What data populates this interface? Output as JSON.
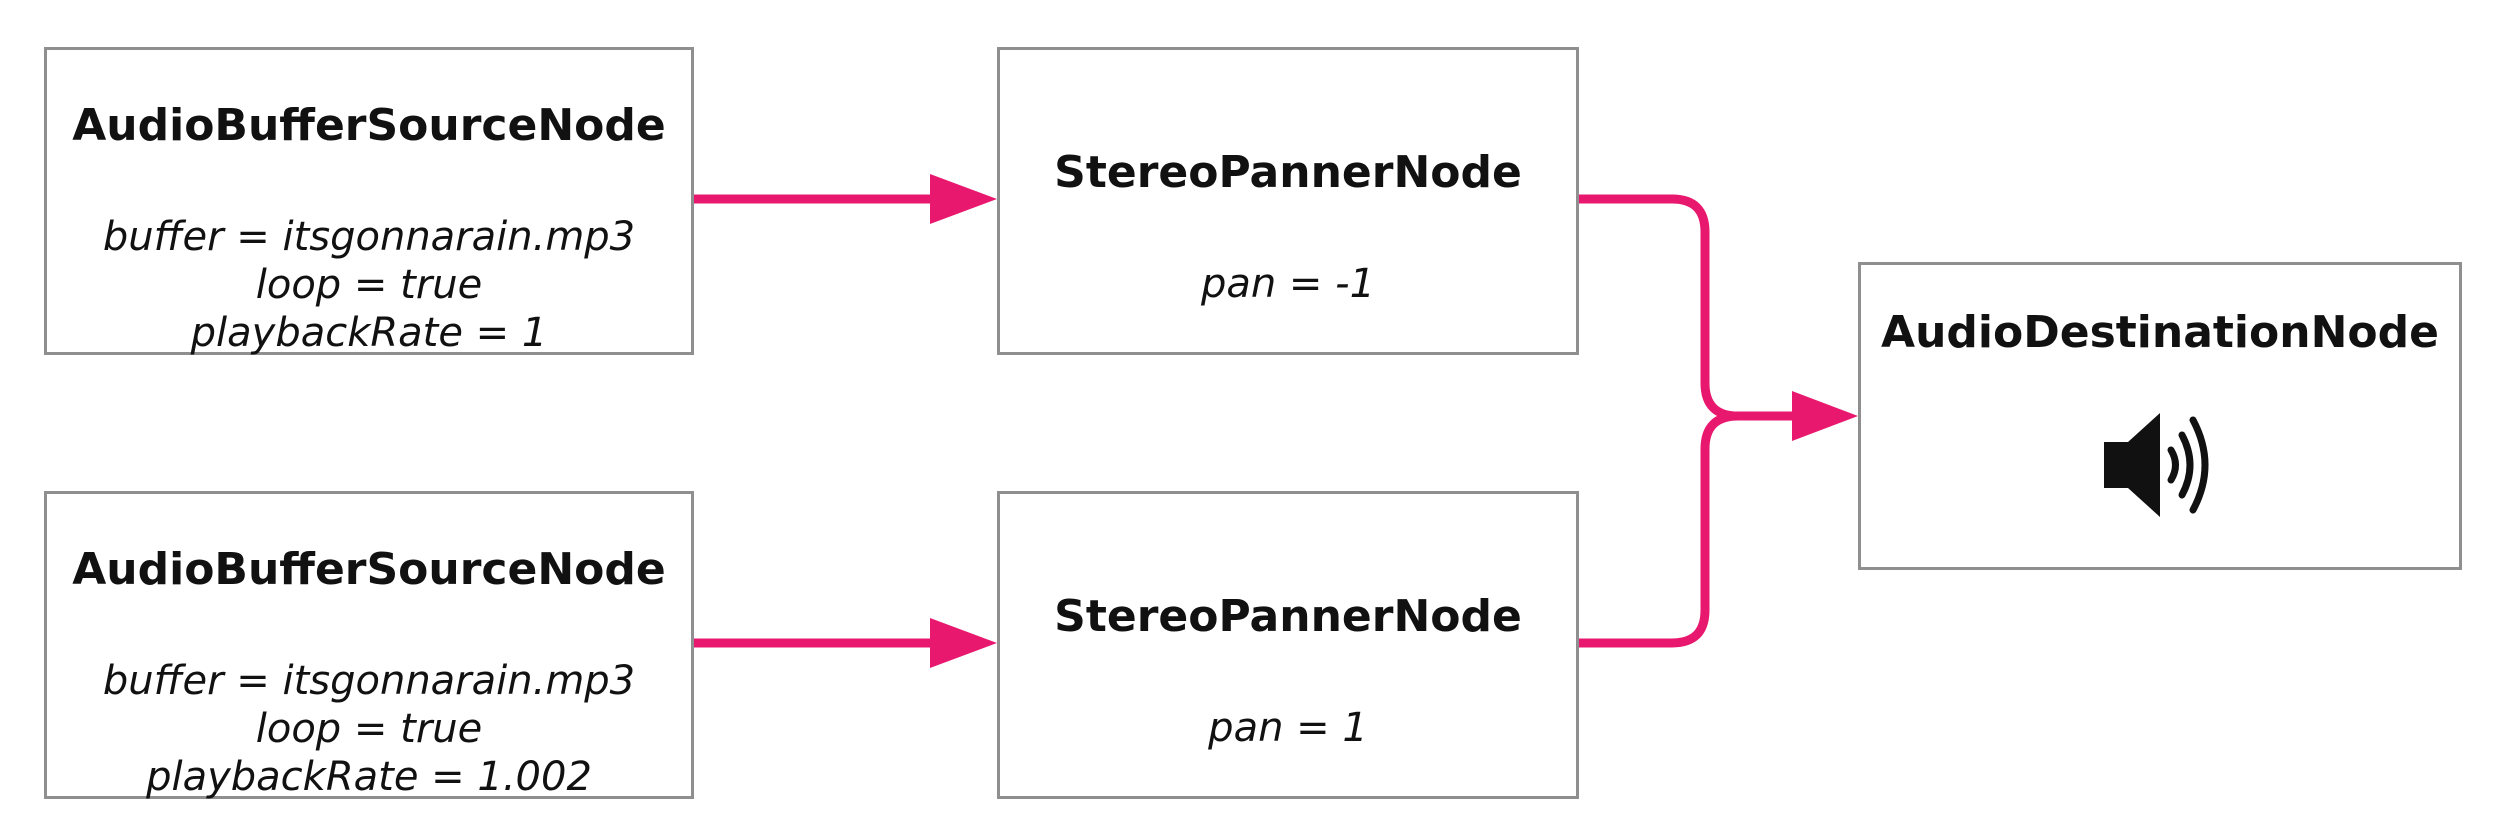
{
  "colors": {
    "connector": "#e8186f",
    "border": "#8f8f8f",
    "text": "#111111"
  },
  "nodes": {
    "source_top": {
      "title": "AudioBufferSourceNode",
      "params": [
        "buffer = itsgonnarain.mp3",
        "loop = true",
        "playbackRate = 1"
      ]
    },
    "source_bottom": {
      "title": "AudioBufferSourceNode",
      "params": [
        "buffer = itsgonnarain.mp3",
        "loop = true",
        "playbackRate = 1.002"
      ]
    },
    "panner_top": {
      "title": "StereoPannerNode",
      "params": [
        "pan = -1"
      ]
    },
    "panner_bottom": {
      "title": "StereoPannerNode",
      "params": [
        "pan = 1"
      ]
    },
    "destination": {
      "title": "AudioDestinationNode",
      "icon": "speaker-icon"
    }
  },
  "connections": [
    {
      "from": "source_top",
      "to": "panner_top"
    },
    {
      "from": "source_bottom",
      "to": "panner_bottom"
    },
    {
      "from": "panner_top",
      "to": "destination"
    },
    {
      "from": "panner_bottom",
      "to": "destination"
    }
  ]
}
